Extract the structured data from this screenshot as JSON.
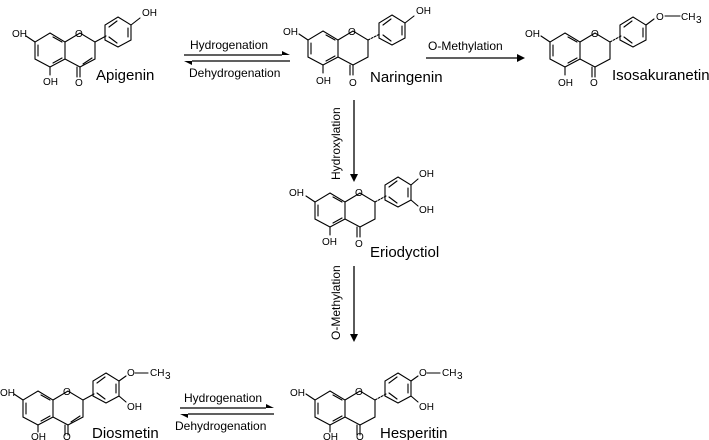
{
  "compounds": {
    "apigenin": "Apigenin",
    "naringenin": "Naringenin",
    "isosakuranetin": "Isosakuranetin",
    "eriodyctiol": "Eriodyctiol",
    "diosmetin": "Diosmetin",
    "hesperitin": "Hesperitin"
  },
  "reactions": {
    "hydrogenation": "Hydrogenation",
    "dehydrogenation": "Dehydrogenation",
    "o_methylation": "O-Methylation",
    "hydroxylation": "Hydroxylation"
  },
  "atoms": {
    "oh": "OH",
    "o": "O",
    "ch3": "CH",
    "ch3_sub": "3"
  }
}
